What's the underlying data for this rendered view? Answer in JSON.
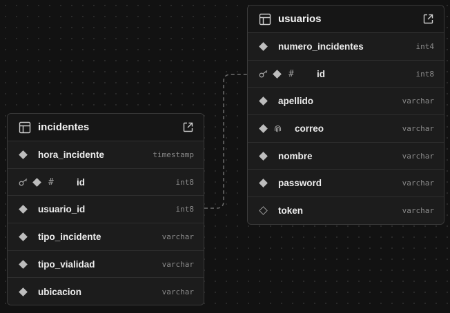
{
  "tables": [
    {
      "name": "incidentes",
      "columns": [
        {
          "name": "hora_incidente",
          "type": "timestamp",
          "primary_key": false,
          "identity": false,
          "unique": false,
          "nullable": false
        },
        {
          "name": "id",
          "type": "int8",
          "primary_key": true,
          "identity": true,
          "unique": false,
          "nullable": false
        },
        {
          "name": "usuario_id",
          "type": "int8",
          "primary_key": false,
          "identity": false,
          "unique": false,
          "nullable": false
        },
        {
          "name": "tipo_incidente",
          "type": "varchar",
          "primary_key": false,
          "identity": false,
          "unique": false,
          "nullable": false
        },
        {
          "name": "tipo_vialidad",
          "type": "varchar",
          "primary_key": false,
          "identity": false,
          "unique": false,
          "nullable": false
        },
        {
          "name": "ubicacion",
          "type": "varchar",
          "primary_key": false,
          "identity": false,
          "unique": false,
          "nullable": false
        }
      ]
    },
    {
      "name": "usuarios",
      "columns": [
        {
          "name": "numero_incidentes",
          "type": "int4",
          "primary_key": false,
          "identity": false,
          "unique": false,
          "nullable": false
        },
        {
          "name": "id",
          "type": "int8",
          "primary_key": true,
          "identity": true,
          "unique": false,
          "nullable": false
        },
        {
          "name": "apellido",
          "type": "varchar",
          "primary_key": false,
          "identity": false,
          "unique": false,
          "nullable": false
        },
        {
          "name": "correo",
          "type": "varchar",
          "primary_key": false,
          "identity": false,
          "unique": true,
          "nullable": false
        },
        {
          "name": "nombre",
          "type": "varchar",
          "primary_key": false,
          "identity": false,
          "unique": false,
          "nullable": false
        },
        {
          "name": "password",
          "type": "varchar",
          "primary_key": false,
          "identity": false,
          "unique": false,
          "nullable": false
        },
        {
          "name": "token",
          "type": "varchar",
          "primary_key": false,
          "identity": false,
          "unique": false,
          "nullable": true
        }
      ]
    }
  ],
  "relationships": [
    {
      "from": "incidentes.usuario_id",
      "to": "usuarios.id"
    }
  ],
  "colors": {
    "canvas": "#121212",
    "card": "#1c1c1c",
    "border": "#3a3a3a",
    "text": "#ededed",
    "type_text": "#8a8a8a"
  }
}
